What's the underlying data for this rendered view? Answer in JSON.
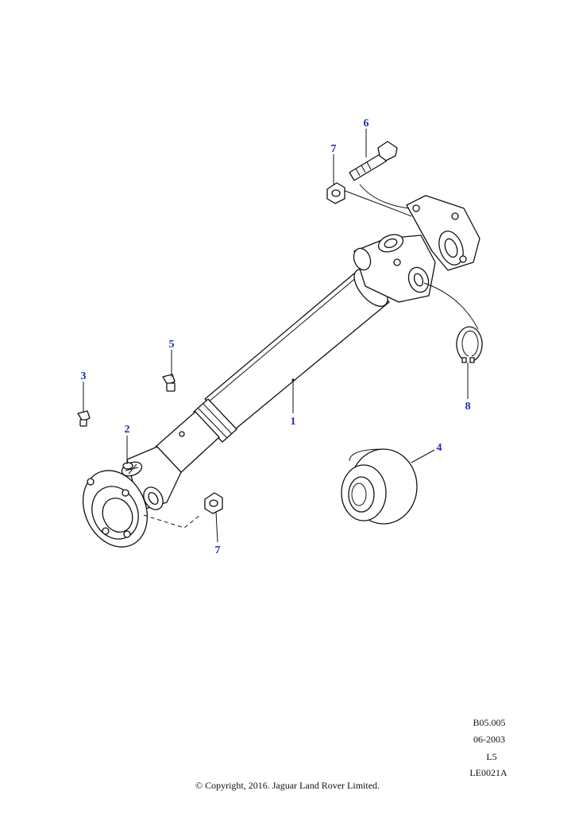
{
  "callouts": {
    "c1": "1",
    "c2": "2",
    "c3": "3",
    "c4": "4",
    "c5": "5",
    "c6": "6",
    "c7_top": "7",
    "c7_bottom": "7",
    "c8": "8"
  },
  "reference": {
    "code": "B05.005",
    "date": "06-2003",
    "level": "L5",
    "illustration_id": "LE0021A"
  },
  "copyright": "© Copyright, 2016. Jaguar Land Rover Limited.",
  "colors": {
    "callout": "#1f2fb0",
    "line": "#111111"
  }
}
